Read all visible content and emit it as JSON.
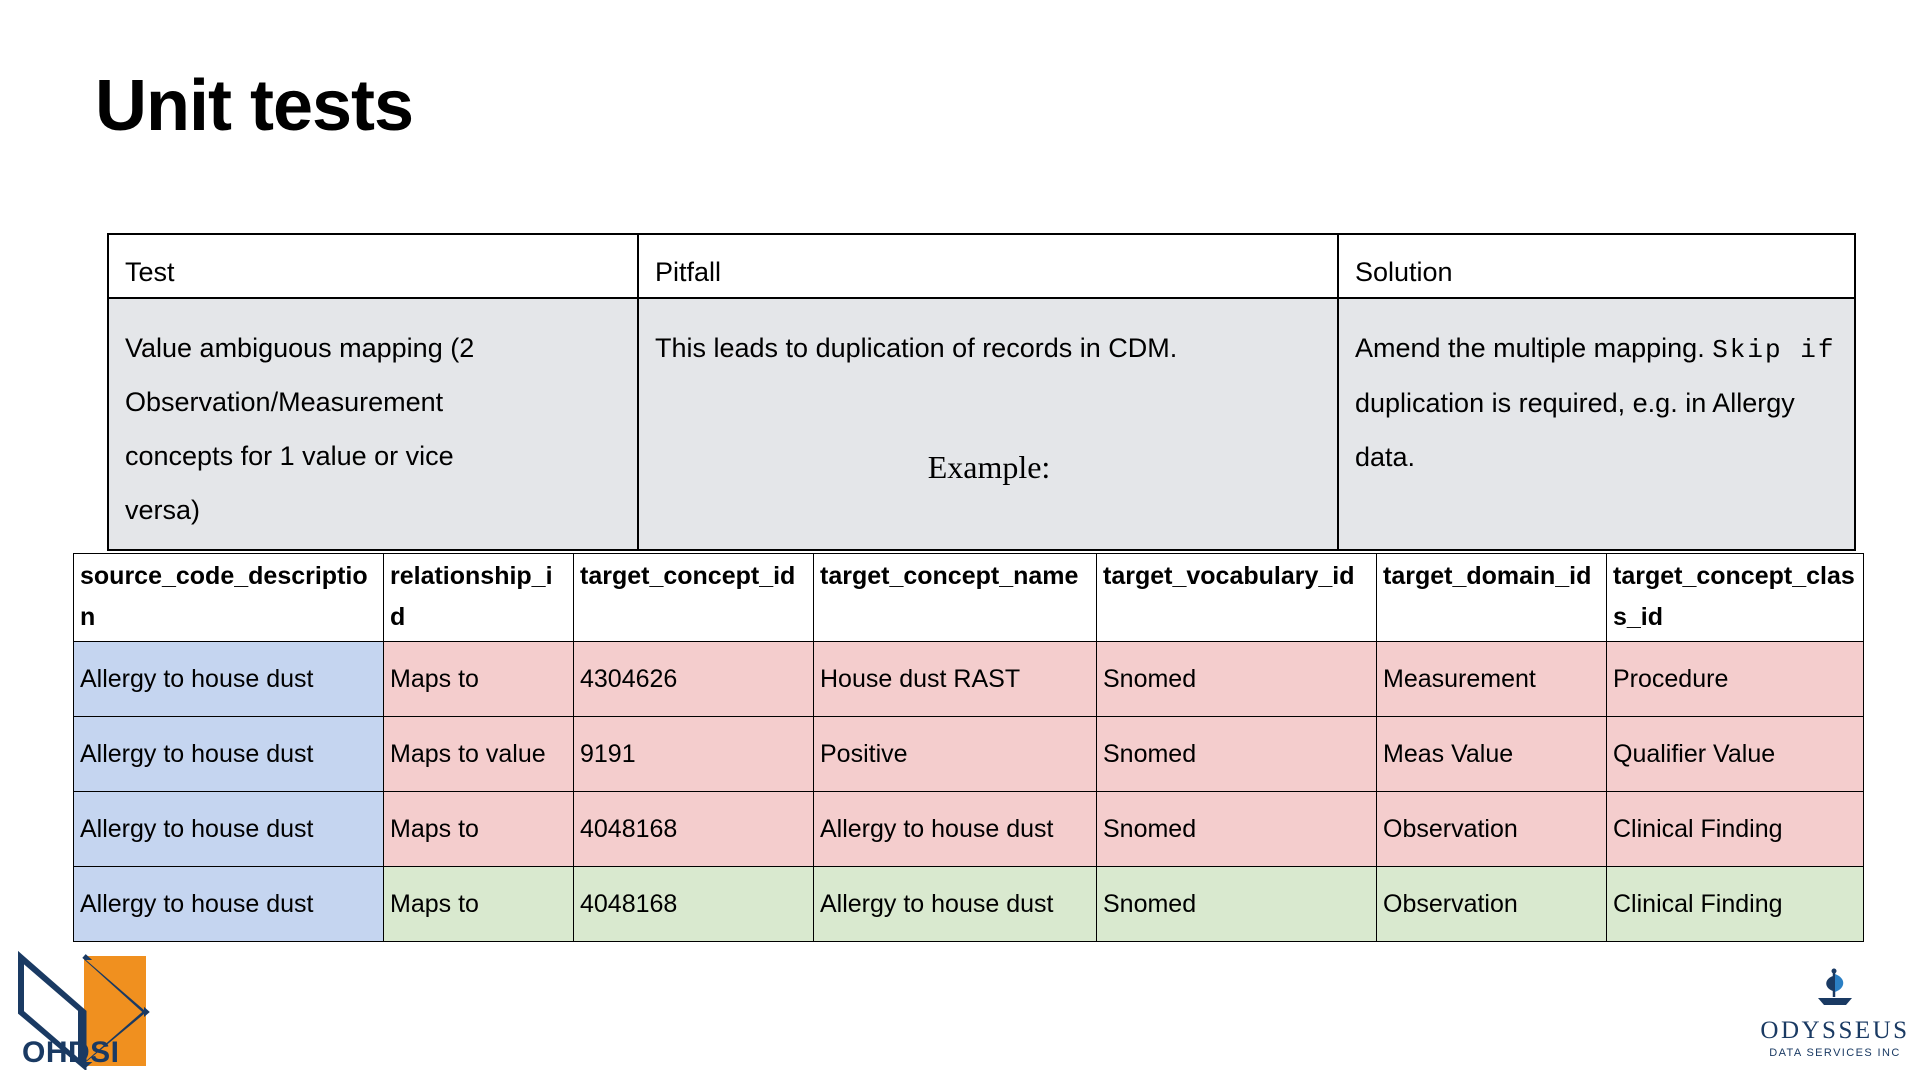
{
  "slide": {
    "title": "Unit tests"
  },
  "concept_table": {
    "headers": [
      "Test",
      "Pitfall",
      "Solution"
    ],
    "row": {
      "test": "Value ambiguous mapping (2 Observation/Measurement concepts for 1 value or vice versa)",
      "test_lines": [
        "Value ambiguous mapping (2",
        "Observation/Measurement",
        "concepts for 1 value or vice",
        "versa)"
      ],
      "pitfall": "This leads to duplication of records in CDM.",
      "pitfall_example_label": "Example:",
      "solution_line1_plain": "Amend the multiple mapping. ",
      "solution_line1_mono": "Skip if",
      "solution_line2": "duplication is required, e.g. in Allergy",
      "solution_line3": "data."
    }
  },
  "excel_table": {
    "headers": [
      "source_code_description",
      "relationship_id",
      "target_concept_id",
      "target_concept_name",
      "target_vocabulary_id",
      "target_domain_id",
      "target_concept_class_id"
    ],
    "rows": [
      {
        "source_code_description": "Allergy to house dust",
        "relationship_id": "Maps to",
        "target_concept_id": "4304626",
        "target_concept_name": "House dust RAST",
        "target_vocabulary_id": "Snomed",
        "target_domain_id": "Measurement",
        "target_concept_class_id": "Procedure",
        "highlight": "pink"
      },
      {
        "source_code_description": "Allergy to house dust",
        "relationship_id": "Maps to value",
        "target_concept_id": "9191",
        "target_concept_name": "Positive",
        "target_vocabulary_id": "Snomed",
        "target_domain_id": "Meas Value",
        "target_concept_class_id": "Qualifier Value",
        "highlight": "pink"
      },
      {
        "source_code_description": "Allergy to house dust",
        "relationship_id": "Maps to",
        "target_concept_id": "4048168",
        "target_concept_name": "Allergy to house dust",
        "target_vocabulary_id": "Snomed",
        "target_domain_id": "Observation",
        "target_concept_class_id": "Clinical Finding",
        "highlight": "pink"
      },
      {
        "source_code_description": "Allergy to house dust",
        "relationship_id": "Maps to",
        "target_concept_id": "4048168",
        "target_concept_name": "Allergy to house dust",
        "target_vocabulary_id": "Snomed",
        "target_domain_id": "Observation",
        "target_concept_class_id": "Clinical Finding",
        "highlight": "green"
      }
    ]
  },
  "logos": {
    "ohdsi_wordmark": "OHDSI",
    "odysseus_name": "ODYSSEUS",
    "odysseus_sub": "DATA SERVICES INC"
  },
  "colors": {
    "source_column": "#c5d5f0",
    "pink_row": "#f4cdcd",
    "green_row": "#d9e9cf",
    "concept_row_bg": "#e4e6e9",
    "brand_navy": "#1a3a63",
    "brand_orange": "#f0901f"
  }
}
